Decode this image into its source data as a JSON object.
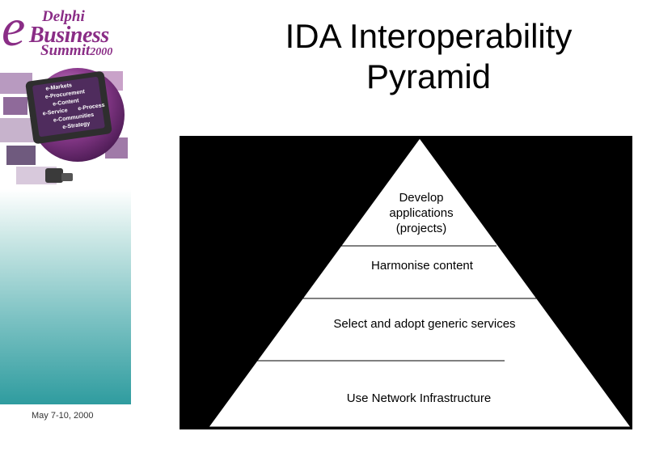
{
  "header": {
    "title_line1": "IDA Interoperability",
    "title_line2": "Pyramid"
  },
  "branding": {
    "logo_line1": "Delphi",
    "logo_line2": "Business",
    "logo_line3": "Summit",
    "logo_year": "2000",
    "logo_letter": "e",
    "logo_color": "#8a2d86",
    "screen_items": [
      "e-Markets",
      "e-Procurement",
      "e-Content",
      "e-Service",
      "e-Process",
      "e-Communities",
      "e-Strategy"
    ]
  },
  "footer": {
    "date": "May 7-10, 2000"
  },
  "pyramid": {
    "levels": [
      {
        "lines": [
          "Develop",
          "applications",
          "(projects)"
        ]
      },
      {
        "lines": [
          "Harmonise content"
        ]
      },
      {
        "lines": [
          "Select and adopt generic services"
        ]
      },
      {
        "lines": [
          "Use Network Infrastructure"
        ]
      }
    ],
    "colors": {
      "background": "#000000",
      "fill": "#ffffff",
      "line": "#000000"
    }
  }
}
